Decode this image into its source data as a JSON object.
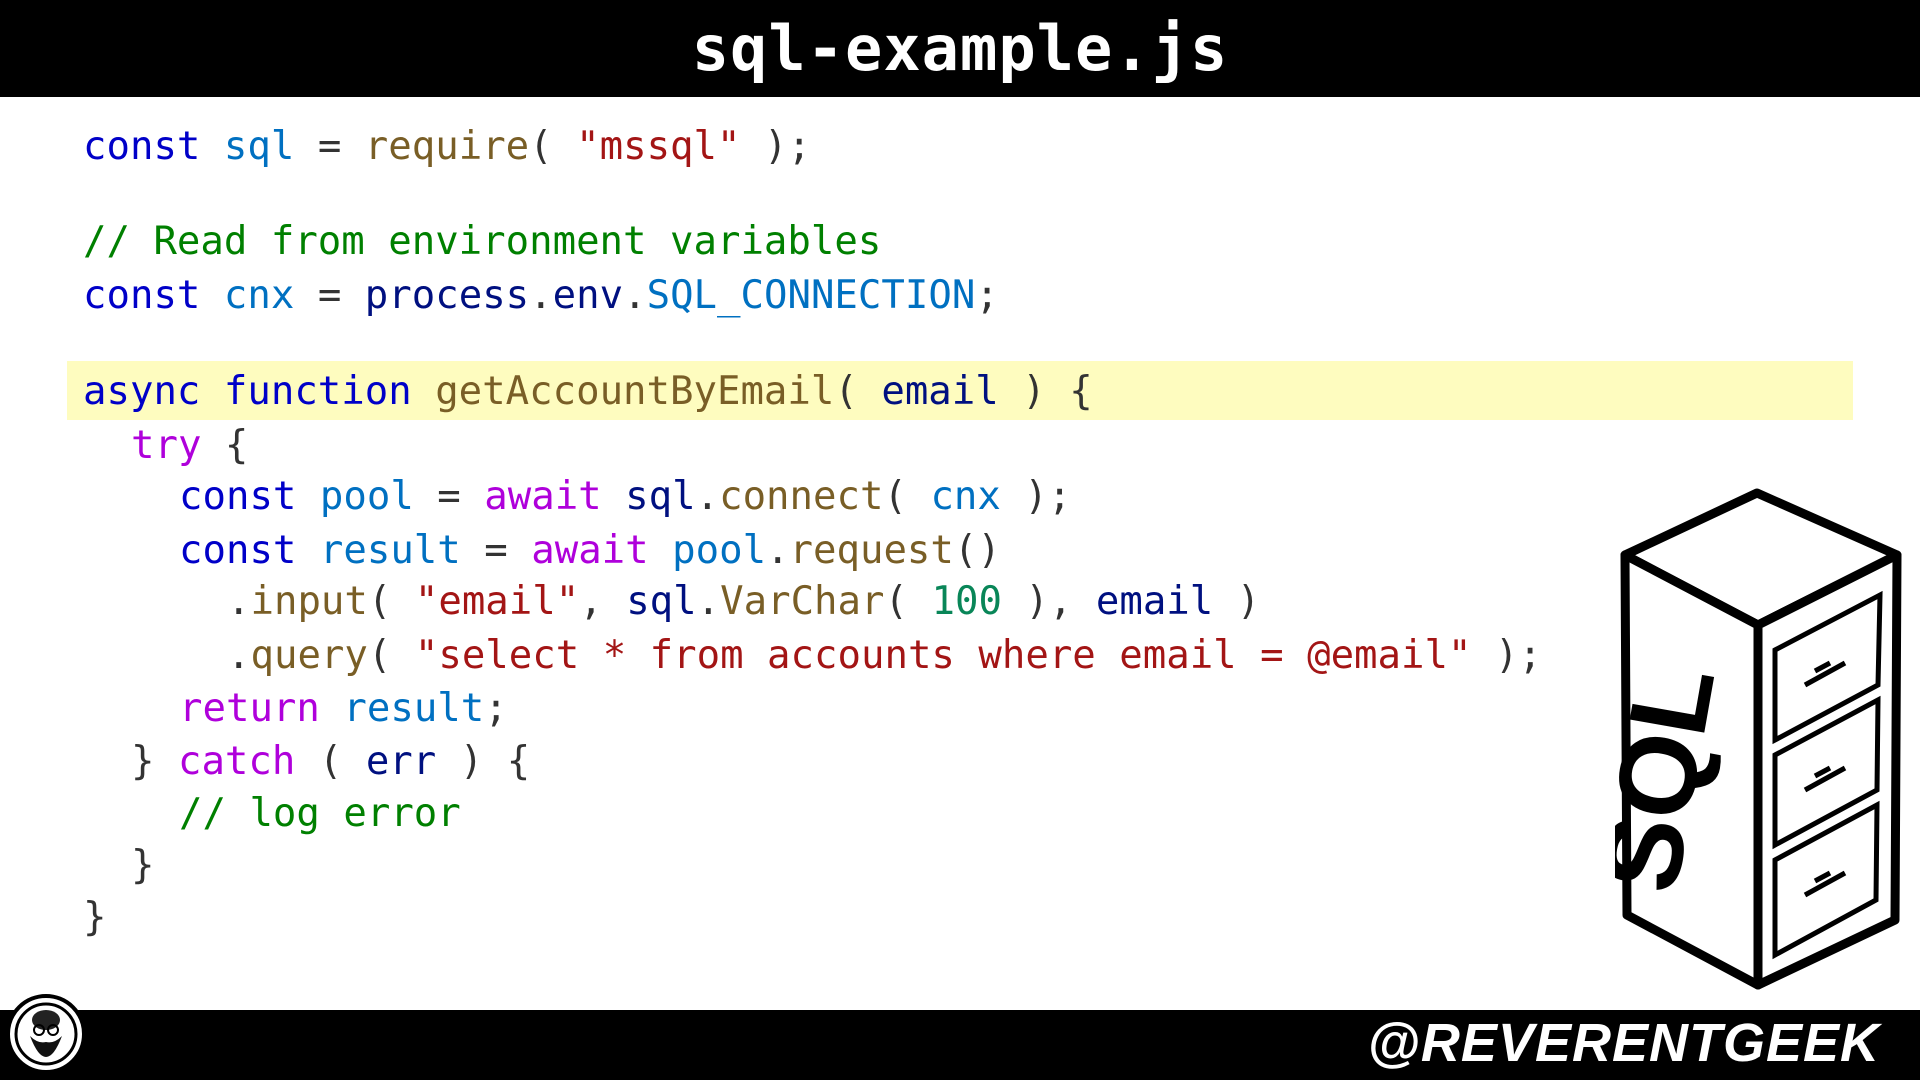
{
  "title": "sql-example.js",
  "code_lines": [
    [
      [
        "k",
        "const "
      ],
      [
        "v",
        "sql"
      ],
      [
        "o",
        " = "
      ],
      [
        "f",
        "require"
      ],
      [
        "o",
        "( "
      ],
      [
        "s",
        "\"mssql\""
      ],
      [
        "o",
        " );"
      ]
    ],
    [
      [
        "c",
        "// Read from environment variables"
      ]
    ],
    [
      [
        "k",
        "const "
      ],
      [
        "v",
        "cnx"
      ],
      [
        "o",
        " = "
      ],
      [
        "n",
        "process"
      ],
      [
        "o",
        "."
      ],
      [
        "n",
        "env"
      ],
      [
        "o",
        "."
      ],
      [
        "v",
        "SQL_CONNECTION"
      ],
      [
        "o",
        ";"
      ]
    ],
    [
      [
        "k",
        "async function "
      ],
      [
        "f",
        "getAccountByEmail"
      ],
      [
        "o",
        "( "
      ],
      [
        "n",
        "email"
      ],
      [
        "o",
        " ) {"
      ]
    ],
    [
      [
        "p",
        "try"
      ],
      [
        "o",
        " {"
      ]
    ],
    [
      [
        "k",
        "const "
      ],
      [
        "v",
        "pool"
      ],
      [
        "o",
        " = "
      ],
      [
        "p",
        "await "
      ],
      [
        "n",
        "sql"
      ],
      [
        "o",
        "."
      ],
      [
        "f",
        "connect"
      ],
      [
        "o",
        "( "
      ],
      [
        "v",
        "cnx"
      ],
      [
        "o",
        " );"
      ]
    ],
    [
      [
        "k",
        "const "
      ],
      [
        "v",
        "result"
      ],
      [
        "o",
        " = "
      ],
      [
        "p",
        "await "
      ],
      [
        "v",
        "pool"
      ],
      [
        "o",
        "."
      ],
      [
        "f",
        "request"
      ],
      [
        "o",
        "()"
      ]
    ],
    [
      [
        "o",
        "."
      ],
      [
        "f",
        "input"
      ],
      [
        "o",
        "( "
      ],
      [
        "s",
        "\"email\""
      ],
      [
        "o",
        ", "
      ],
      [
        "n",
        "sql"
      ],
      [
        "o",
        "."
      ],
      [
        "f",
        "VarChar"
      ],
      [
        "o",
        "( "
      ],
      [
        "num",
        "100"
      ],
      [
        "o",
        " ), "
      ],
      [
        "n",
        "email"
      ],
      [
        "o",
        " )"
      ]
    ],
    [
      [
        "o",
        "."
      ],
      [
        "f",
        "query"
      ],
      [
        "o",
        "( "
      ],
      [
        "s",
        "\"select * from accounts where email = @email\""
      ],
      [
        "o",
        " );"
      ]
    ],
    [
      [
        "p",
        "return "
      ],
      [
        "v",
        "result"
      ],
      [
        "o",
        ";"
      ]
    ],
    [
      [
        "o",
        "} "
      ],
      [
        "p",
        "catch"
      ],
      [
        "o",
        " ( "
      ],
      [
        "n",
        "err"
      ],
      [
        "o",
        " ) {"
      ]
    ],
    [
      [
        "c",
        "// log error"
      ]
    ],
    [
      [
        "o",
        "}"
      ]
    ],
    [
      [
        "o",
        "}"
      ]
    ]
  ],
  "illustration_label": "SQL",
  "handle": "@REVERENTGEEK",
  "highlight_color": "#fefcbf"
}
